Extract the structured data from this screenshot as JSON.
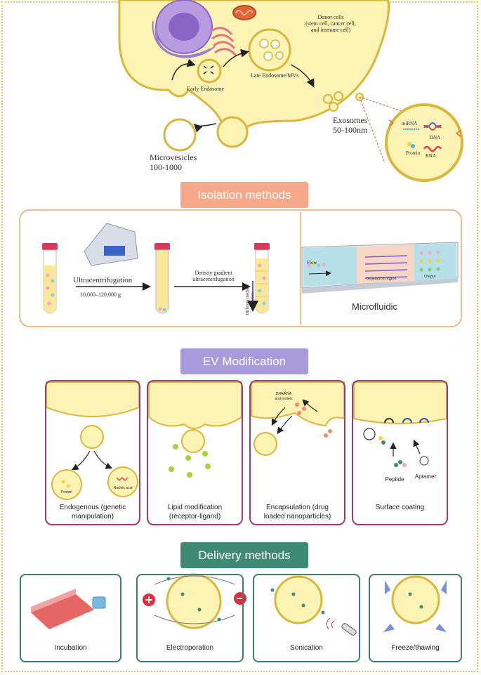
{
  "top": {
    "donor_cells": "Donor cells\n(stem cell, cancer cell,\nand immune cell)",
    "early_endosome": "Early Endosome",
    "late_endosome": "Late Endosome/MVs",
    "exosomes": "Exosomes\n50-100nm",
    "microvesicles": "Microvesicles\n100-1000",
    "cargo": {
      "mirna": "miRNA",
      "dna": "DNA",
      "protein": "Protein",
      "rna": "RNA"
    }
  },
  "isolation": {
    "banner": "Isolation methods",
    "ultracentrifugation": "Ultracentrifugation",
    "speed": "10,000–120,000 g",
    "density_gradient": "Density gradient\nultracentrifugation",
    "densities": "Different medium\ndensities",
    "chip": {
      "flow": "Flow",
      "separation": "Separation region",
      "output": "Output"
    },
    "microfluidic": "Microfluidic"
  },
  "modification": {
    "banner": "EV Modification",
    "panels": [
      {
        "caption": "Endogenous (genetic\nmanipulation)",
        "protein_label": "Protein",
        "nucleic_label": "Nucleic acid"
      },
      {
        "caption": "Lipid modification\n(receptor-ligand)"
      },
      {
        "caption": "Encapsulation (drug\nloaded nanoparticles)",
        "cargo_label": "DNA/RNA\nand protein"
      },
      {
        "caption": "Surface coating",
        "peptide_label": "Peptide",
        "aptamer_label": "Aptamer"
      }
    ]
  },
  "delivery": {
    "banner": "Delivery methods",
    "panels": [
      {
        "caption": "Incubation"
      },
      {
        "caption": "Electroporation"
      },
      {
        "caption": "Sonication"
      },
      {
        "caption": "Freeze/thawing"
      }
    ]
  },
  "colors": {
    "cell_fill": "#fdf3b4",
    "membrane": "#d8b83c",
    "isolation_banner": "#f7a78a",
    "modification_banner": "#a99bdb",
    "delivery_banner": "#3f8a72",
    "modification_border": "#9c3a7c",
    "delivery_border": "#3f7f6a",
    "isolation_border": "#e9a574"
  }
}
